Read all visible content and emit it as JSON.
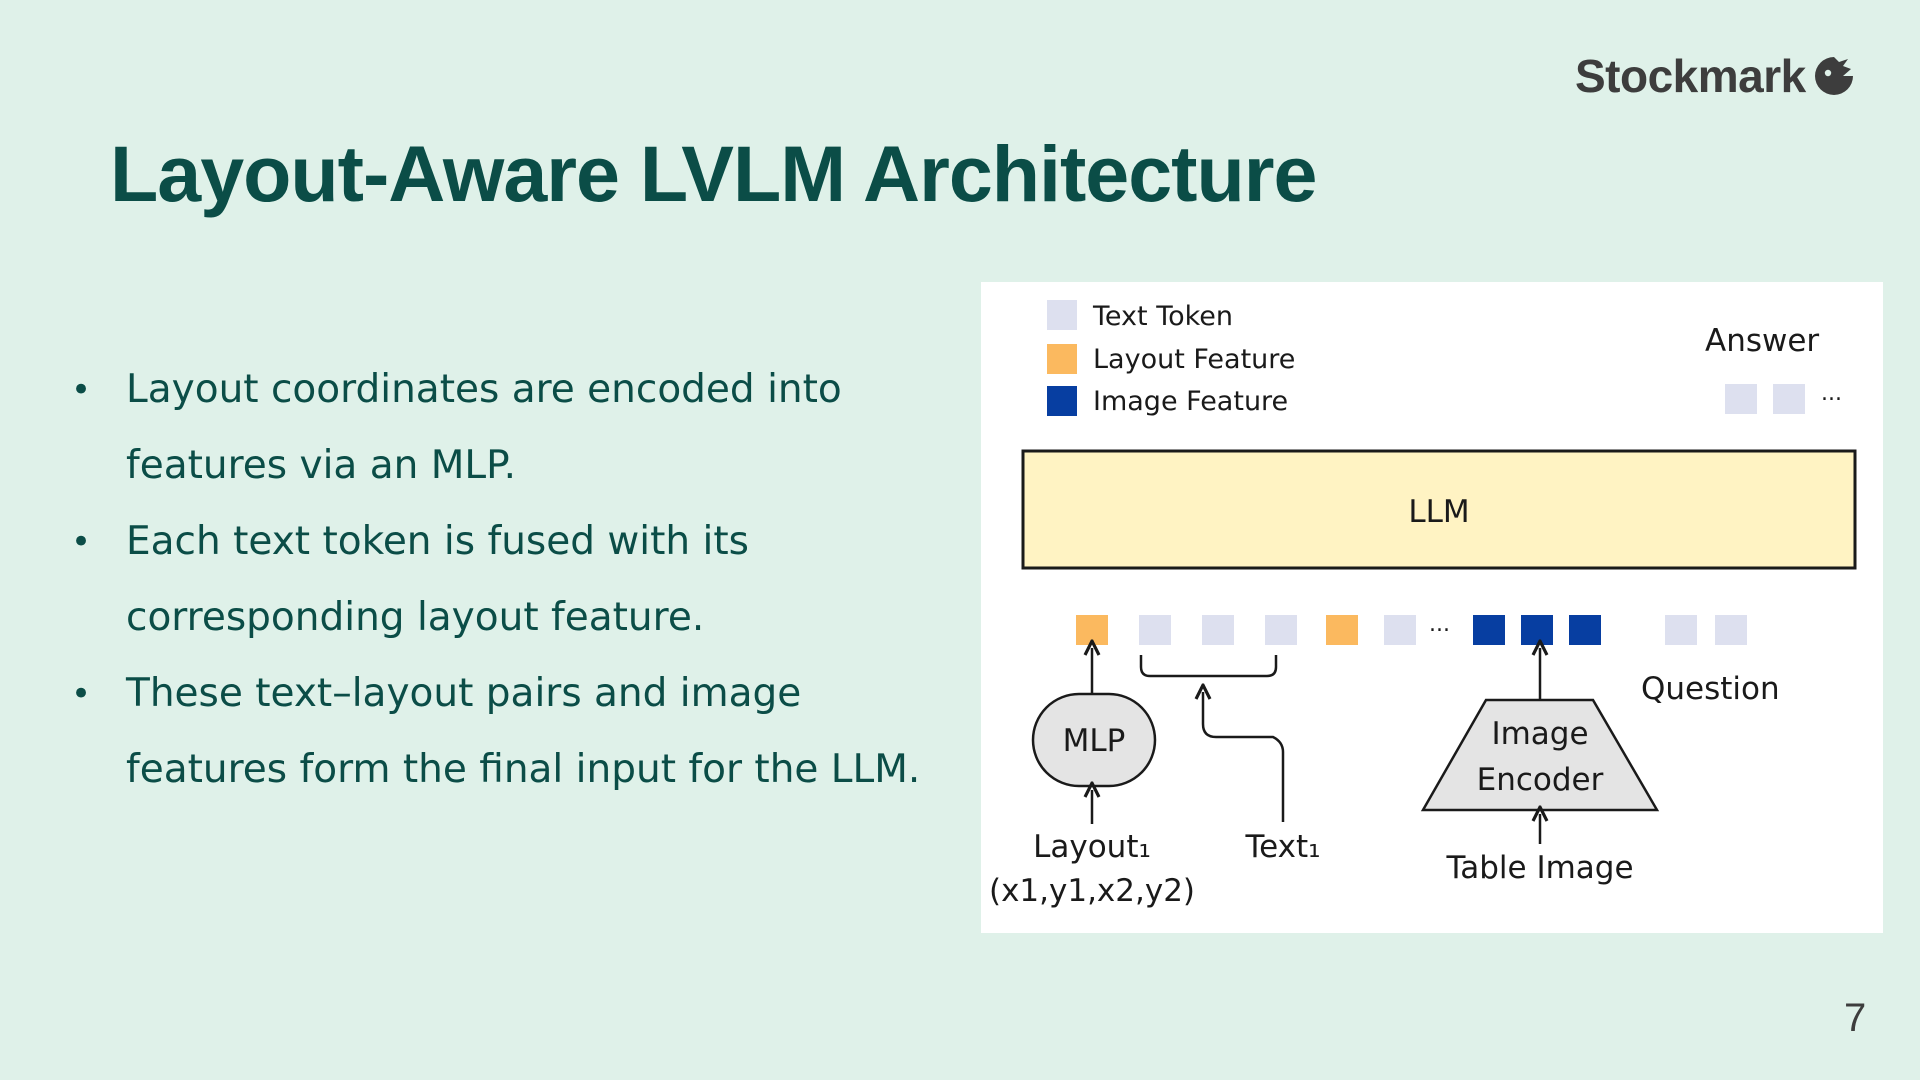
{
  "slide": {
    "brand": "Stockmark",
    "title": "Layout-Aware LVLM Architecture",
    "bullets": [
      "Layout coordinates are encoded into features via an MLP.",
      "Each text token is fused with its corresponding layout feature.",
      "These text–layout pairs and image features form the final input for the LLM."
    ],
    "bullet_symbol": "•",
    "page_number": "7"
  },
  "diagram": {
    "legend": {
      "text_token": "Text Token",
      "layout_feature": "Layout Feature",
      "image_feature": "Image Feature"
    },
    "answer_label": "Answer",
    "llm_label": "LLM",
    "ellipsis": "...",
    "mlp_label": "MLP",
    "layout_input": "Layout₁",
    "layout_coords": "(x1,y1,x2,y2)",
    "text_input": "Text₁",
    "image_encoder_line1": "Image",
    "image_encoder_line2": "Encoder",
    "table_image_label": "Table Image",
    "question_label": "Question"
  },
  "colors": {
    "background": "#dff1e9",
    "title": "#0b4d47",
    "text_token": "#dde0ef",
    "layout_feature": "#fbb95f",
    "image_feature": "#073ea1",
    "llm_fill": "#fff3c3",
    "encoder_fill": "#e4e4e4"
  }
}
